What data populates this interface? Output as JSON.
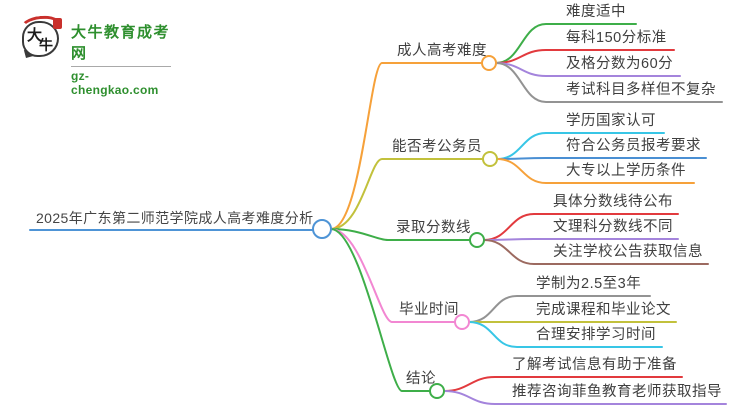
{
  "logo": {
    "bubble_char_1": "大",
    "bubble_char_2": "牛",
    "title": "大牛教育成考网",
    "domain": "gz-chengkao.com",
    "brand_color": "#2e8f2e",
    "seal_color": "#c9302c"
  },
  "mindmap": {
    "center": {
      "label": "2025年广东第二师范学院成人高考难度分析",
      "color": "#4e94d6"
    },
    "branches": [
      {
        "label": "成人高考难度",
        "color": "#f6a13a",
        "children": [
          {
            "label": "难度适中",
            "color": "#3eae49"
          },
          {
            "label": "每科150分标准",
            "color": "#e23a3e"
          },
          {
            "label": "及格分数为60分",
            "color": "#a484dc"
          },
          {
            "label": "考试科目多样但不复杂",
            "color": "#939393"
          }
        ]
      },
      {
        "label": "能否考公务员",
        "color": "#c2c13c",
        "children": [
          {
            "label": "学历国家认可",
            "color": "#38c6e6"
          },
          {
            "label": "符合公务员报考要求",
            "color": "#4a8fd3"
          },
          {
            "label": "大专以上学历条件",
            "color": "#f6a13a"
          }
        ]
      },
      {
        "label": "录取分数线",
        "color": "#3eae49",
        "children": [
          {
            "label": "具体分数线待公布",
            "color": "#e23a3e"
          },
          {
            "label": "文理科分数线不同",
            "color": "#a484dc"
          },
          {
            "label": "关注学校公告获取信息",
            "color": "#9c6a60"
          }
        ]
      },
      {
        "label": "毕业时间",
        "color": "#f287d2",
        "children": [
          {
            "label": "学制为2.5至3年",
            "color": "#939393"
          },
          {
            "label": "完成课程和毕业论文",
            "color": "#c2c13c"
          },
          {
            "label": "合理安排学习时间",
            "color": "#38c6e6"
          }
        ]
      },
      {
        "label": "结论",
        "color": "#3eae49",
        "children": [
          {
            "label": "了解考试信息有助于准备",
            "color": "#e23a3e"
          },
          {
            "label": "推荐咨询菲鱼教育老师获取指导",
            "color": "#a484dc"
          }
        ]
      }
    ]
  }
}
